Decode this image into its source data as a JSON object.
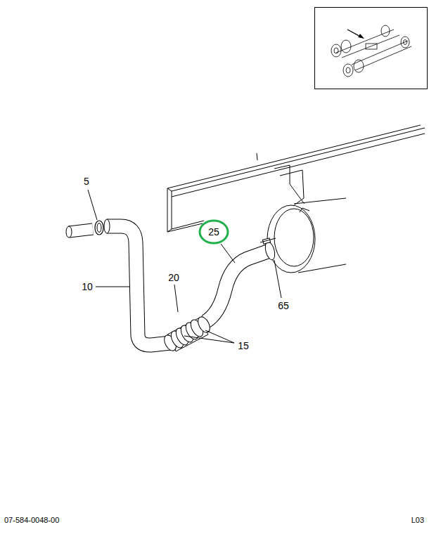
{
  "diagram": {
    "nodes": [
      {
        "text": [
          "25"
        ]
      }
    ],
    "labels": [
      "5",
      "10",
      "20",
      "15",
      "65",
      "07-584-0048-00",
      "L03"
    ]
  }
}
